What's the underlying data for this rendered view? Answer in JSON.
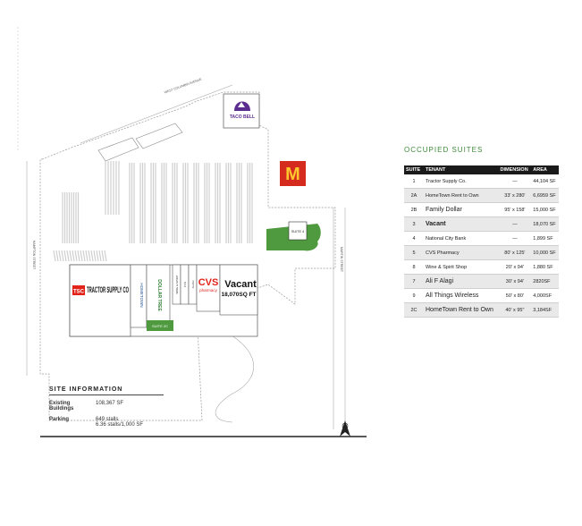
{
  "map": {
    "streets": {
      "north": "WEST COLUMBIA AVENUE",
      "west": "HAMPTON STREET",
      "east": "MARTIN STREET"
    },
    "outparcels": {
      "taco_bell": "TACO BELL",
      "mcdonalds": "M",
      "suite4": "SUITE 4"
    },
    "stores": {
      "tractor_supply_logo": "TSC",
      "tractor_supply": "TRACTOR SUPPLY CO",
      "hometown": "HOMETOWN",
      "dollar_tree": "DOLLAR TREE",
      "small_shops": [
        "WINE & SPIRIT",
        "CVS",
        "ALAGI"
      ],
      "cvs": "CVS",
      "cvs_sub": "pharmacy",
      "vacant": "Vacant",
      "vacant_area": "18,070SQ FT",
      "suite2c": "SUITE 2C"
    },
    "colors": {
      "green": "#4f9a3e",
      "red": "#e2231a",
      "taco_purple": "#5b2d8e",
      "mcd_red": "#d52b1e",
      "mcd_yellow": "#ffc72c"
    }
  },
  "site_info": {
    "title": "SITE INFORMATION",
    "rows": [
      {
        "label": "Existing Buildings",
        "value": "108,367 SF"
      },
      {
        "label": "Parking",
        "value": "649 stalls",
        "value2": "6.36 stalls/1,000 SF"
      }
    ]
  },
  "suites": {
    "title": "OCCUPIED SUITES",
    "headers": [
      "SUITE",
      "TENANT",
      "DIMENSION",
      "AREA"
    ],
    "rows": [
      {
        "suite": "1",
        "tenant": "Tractor Supply Co.",
        "dimension": "—",
        "area": "44,104 SF"
      },
      {
        "suite": "2A",
        "tenant": "HomeTown Rent to Own",
        "dimension": "33' x 280'",
        "area": "6,6959 SF"
      },
      {
        "suite": "2B",
        "tenant": "Family Dollar",
        "dimension": "95' x 158'",
        "area": "15,000 SF"
      },
      {
        "suite": "3",
        "tenant": "Vacant",
        "dimension": "—",
        "area": "18,070 SF"
      },
      {
        "suite": "4",
        "tenant": "National City Bank",
        "dimension": "—",
        "area": "1,899 SF"
      },
      {
        "suite": "5",
        "tenant": "CVS Pharmacy",
        "dimension": "80' x 125'",
        "area": "10,000 SF"
      },
      {
        "suite": "8",
        "tenant": "Wine & Spirit Shop",
        "dimension": "20' x 94'",
        "area": "1,880 SF"
      },
      {
        "suite": "7",
        "tenant": "Ali F Alagi",
        "dimension": "30' x 94'",
        "area": "2820SF"
      },
      {
        "suite": "9",
        "tenant": "All Things Wireless",
        "dimension": "50' x 80'",
        "area": "4,000SF"
      },
      {
        "suite": "2C",
        "tenant": "HomeTown Rent to Own",
        "dimension": "40' x 95\"",
        "area": "3,184SF"
      }
    ]
  }
}
